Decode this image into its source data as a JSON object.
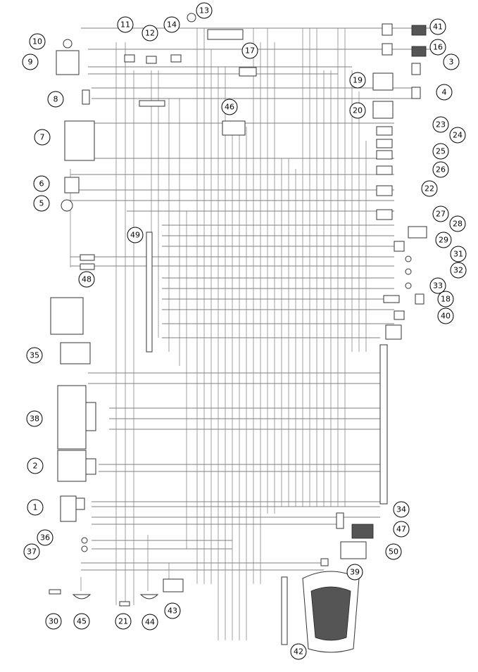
{
  "diagram": {
    "callouts": [
      {
        "label": "1"
      },
      {
        "label": "2"
      },
      {
        "label": "3"
      },
      {
        "label": "4"
      },
      {
        "label": "5"
      },
      {
        "label": "6"
      },
      {
        "label": "7"
      },
      {
        "label": "8"
      },
      {
        "label": "9"
      },
      {
        "label": "10"
      },
      {
        "label": "11"
      },
      {
        "label": "12"
      },
      {
        "label": "13"
      },
      {
        "label": "14"
      },
      {
        "label": "16"
      },
      {
        "label": "17"
      },
      {
        "label": "18"
      },
      {
        "label": "19"
      },
      {
        "label": "20"
      },
      {
        "label": "21"
      },
      {
        "label": "22"
      },
      {
        "label": "23"
      },
      {
        "label": "24"
      },
      {
        "label": "25"
      },
      {
        "label": "26"
      },
      {
        "label": "27"
      },
      {
        "label": "28"
      },
      {
        "label": "29"
      },
      {
        "label": "30"
      },
      {
        "label": "31"
      },
      {
        "label": "32"
      },
      {
        "label": "33"
      },
      {
        "label": "34"
      },
      {
        "label": "35"
      },
      {
        "label": "36"
      },
      {
        "label": "37"
      },
      {
        "label": "38"
      },
      {
        "label": "39"
      },
      {
        "label": "40"
      },
      {
        "label": "41"
      },
      {
        "label": "42"
      },
      {
        "label": "43"
      },
      {
        "label": "44"
      },
      {
        "label": "45"
      },
      {
        "label": "46"
      },
      {
        "label": "47"
      },
      {
        "label": "48"
      },
      {
        "label": "49"
      },
      {
        "label": "50"
      }
    ]
  }
}
